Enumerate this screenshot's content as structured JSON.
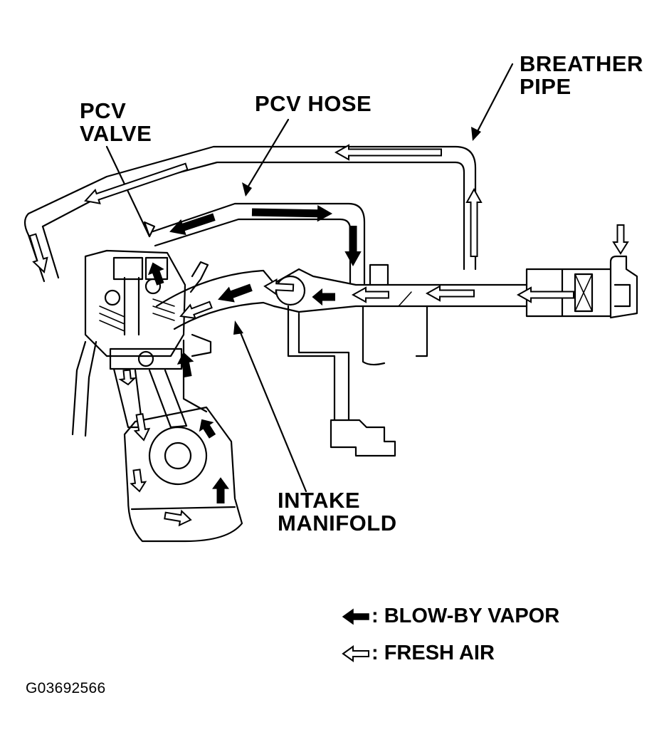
{
  "labels": {
    "pcv_valve": [
      "PCV",
      "VALVE"
    ],
    "pcv_hose": "PCV HOSE",
    "breather_pipe": [
      "BREATHER",
      "PIPE"
    ],
    "intake_manifold": [
      "INTAKE",
      "MANIFOLD"
    ]
  },
  "legend": {
    "blow_by": ": BLOW-BY VAPOR",
    "fresh_air": ": FRESH AIR"
  },
  "figure_code": "G03692566",
  "colors": {
    "ink": "#000000",
    "paper": "#ffffff"
  }
}
